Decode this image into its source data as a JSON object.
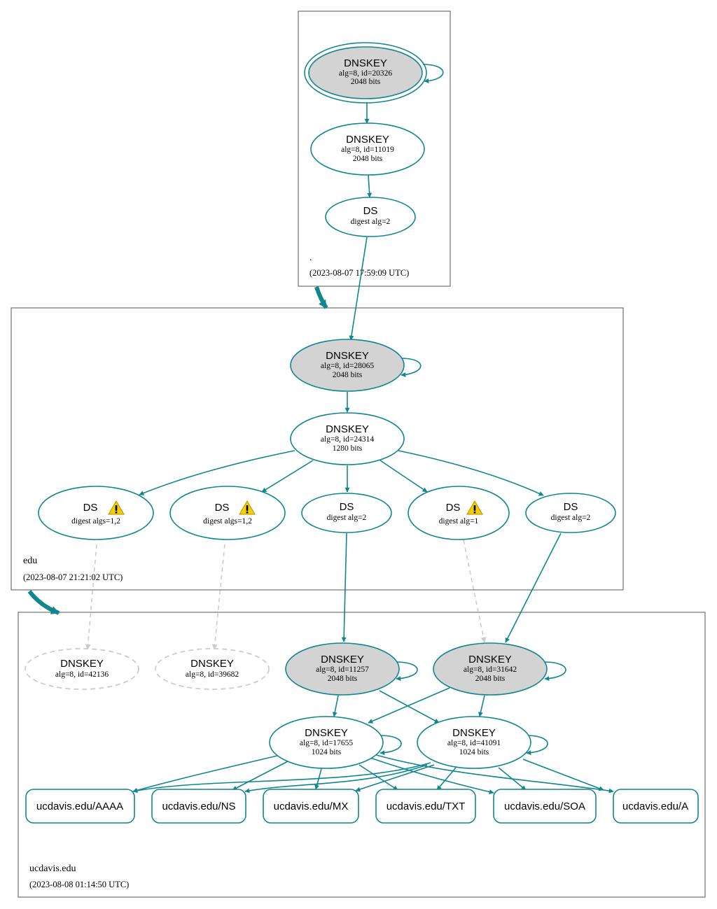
{
  "colors": {
    "edge": "#10868f",
    "ksk_fill": "#d3d3d3",
    "dashed": "#cccccc",
    "warning": "#f5d000"
  },
  "zones": {
    "root": {
      "name": ".",
      "timestamp": "(2023-08-07 17:59:09 UTC)"
    },
    "edu": {
      "name": "edu",
      "timestamp": "(2023-08-07 21:21:02 UTC)"
    },
    "ucdavis": {
      "name": "ucdavis.edu",
      "timestamp": "(2023-08-08 01:14:50 UTC)"
    }
  },
  "nodes": {
    "root_ksk": {
      "title": "DNSKEY",
      "line1": "alg=8, id=20326",
      "line2": "2048 bits"
    },
    "root_zsk": {
      "title": "DNSKEY",
      "line1": "alg=8, id=11019",
      "line2": "2048 bits"
    },
    "root_ds": {
      "title": "DS",
      "line1": "digest alg=2"
    },
    "edu_ksk": {
      "title": "DNSKEY",
      "line1": "alg=8, id=28065",
      "line2": "2048 bits"
    },
    "edu_zsk": {
      "title": "DNSKEY",
      "line1": "alg=8, id=24314",
      "line2": "1280 bits"
    },
    "edu_ds1": {
      "title": "DS",
      "line1": "digest algs=1,2"
    },
    "edu_ds2": {
      "title": "DS",
      "line1": "digest algs=1,2"
    },
    "edu_ds3": {
      "title": "DS",
      "line1": "digest alg=2"
    },
    "edu_ds4": {
      "title": "DS",
      "line1": "digest alg=1"
    },
    "edu_ds5": {
      "title": "DS",
      "line1": "digest alg=2"
    },
    "uc_missing1": {
      "title": "DNSKEY",
      "line1": "alg=8, id=42136"
    },
    "uc_missing2": {
      "title": "DNSKEY",
      "line1": "alg=8, id=39682"
    },
    "uc_ksk1": {
      "title": "DNSKEY",
      "line1": "alg=8, id=11257",
      "line2": "2048 bits"
    },
    "uc_ksk2": {
      "title": "DNSKEY",
      "line1": "alg=8, id=31642",
      "line2": "2048 bits"
    },
    "uc_zsk1": {
      "title": "DNSKEY",
      "line1": "alg=8, id=17655",
      "line2": "1024 bits"
    },
    "uc_zsk2": {
      "title": "DNSKEY",
      "line1": "alg=8, id=41091",
      "line2": "1024 bits"
    }
  },
  "records": [
    "ucdavis.edu/AAAA",
    "ucdavis.edu/NS",
    "ucdavis.edu/MX",
    "ucdavis.edu/TXT",
    "ucdavis.edu/SOA",
    "ucdavis.edu/A"
  ],
  "icons": {
    "warning": "warning-icon"
  }
}
